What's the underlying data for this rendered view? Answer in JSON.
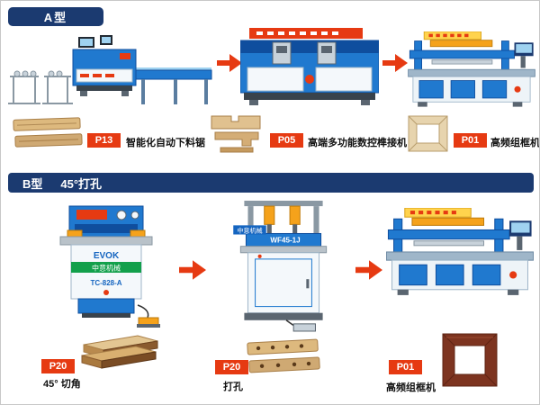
{
  "colors": {
    "accent_red": "#e63a12",
    "navy": "#1b3a70",
    "machine_blue": "#2079cf",
    "wood_light": "#ddb97e",
    "frame_dark_red": "#7d3420"
  },
  "section_a": {
    "tab_label": "A型",
    "steps": [
      {
        "code": "P13",
        "label": "智能化自动下料锯"
      },
      {
        "code": "P05",
        "label": "高端多功能数控榫接机"
      },
      {
        "code": "P01",
        "label": "高频组框机"
      }
    ]
  },
  "section_b": {
    "tab_label": "B型",
    "subtitle": "45°打孔",
    "steps": [
      {
        "code": "P20",
        "label": "45° 切角"
      },
      {
        "code": "P20",
        "label": "打孔"
      },
      {
        "code": "P01",
        "label": "高频组框机"
      }
    ]
  },
  "machines": {
    "miter_saw": {
      "brand": "EVOK",
      "model": "TC-828-A",
      "banner": "中意机械"
    },
    "driller": {
      "model": "WF45-1J",
      "banner": "中意机械"
    }
  }
}
